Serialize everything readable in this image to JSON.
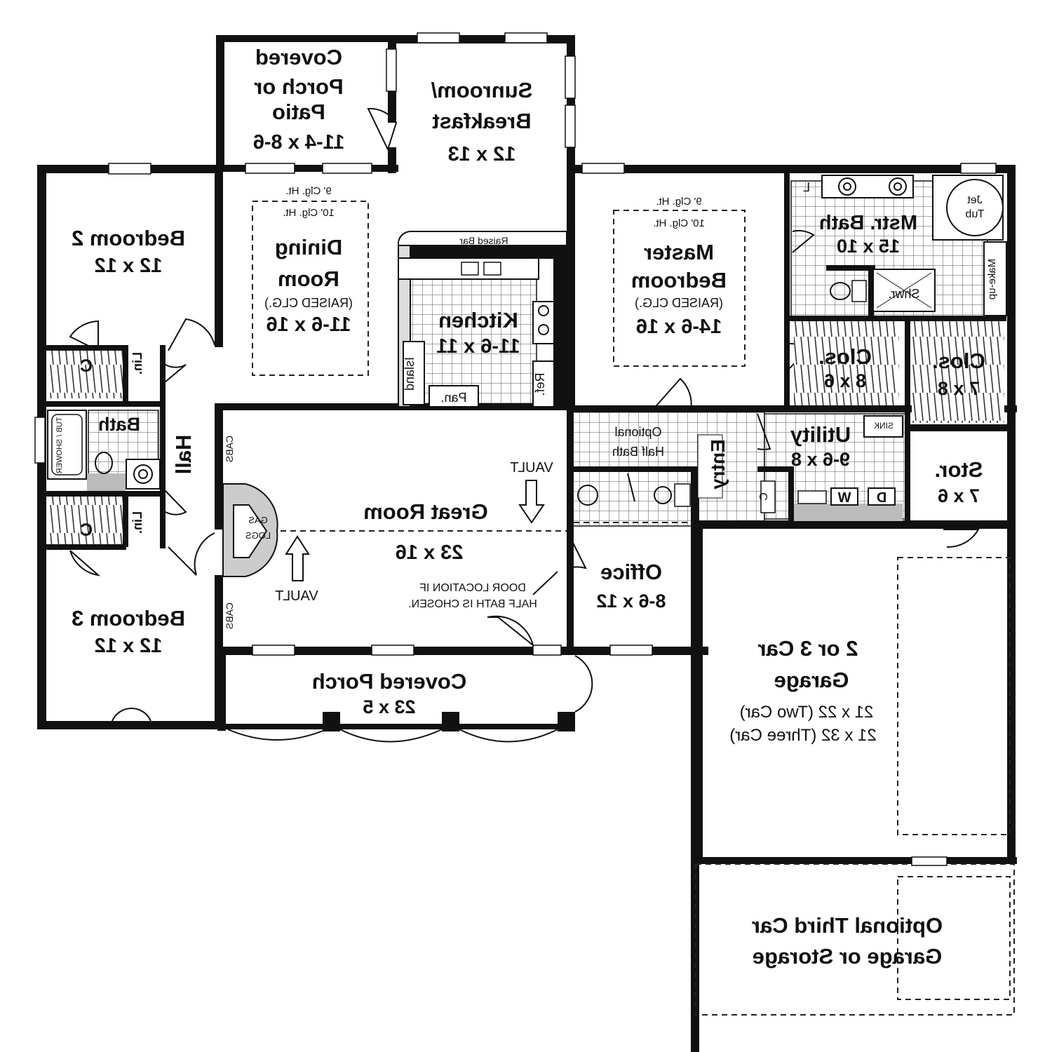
{
  "rooms": {
    "covered_porch_patio": {
      "l1": "Covered",
      "l2": "Porch or",
      "l3": "Patio",
      "size": "11-4 x 8-6"
    },
    "sunroom": {
      "l1": "Sunroom/",
      "l2": "Breakfast",
      "size": "12 x 13"
    },
    "bedroom2": {
      "name": "Bedroom 2",
      "size": "12 x 12"
    },
    "bedroom3": {
      "name": "Bedroom 3",
      "size": "12 x 12"
    },
    "dining": {
      "clg1": "9' Clg. Ht.",
      "clg2": "10' Clg. Ht.",
      "l1": "Dining",
      "l2": "Room",
      "note": "(RAISED CLG.)",
      "size": "11-6 x 16"
    },
    "kitchen": {
      "name": "Kitchen",
      "size": "11-6 x 11",
      "raised_bar": "Raised Bar",
      "island": "Island",
      "pan": "Pan.",
      "ref": "Ref."
    },
    "master_bedroom": {
      "clg1": "9' Clg. Ht.",
      "clg2": "10' Clg. Ht.",
      "l1": "Master",
      "l2": "Bedroom",
      "note": "(RAISED CLG.)",
      "size": "14-6 x 16"
    },
    "master_bath": {
      "name": "Mstr. Bath",
      "size": "15 x 10",
      "jet_tub_l1": "Jet",
      "jet_tub_l2": "Tub",
      "shwr": "Shwr.",
      "makeup": "Make-up",
      "l": "L"
    },
    "closet_left": {
      "name": "Clos.",
      "size": "8 x 6"
    },
    "closet_right": {
      "name": "Clos.",
      "size": "7 x 8"
    },
    "utility": {
      "name": "Utility",
      "size": "9-6 x 8",
      "w": "W",
      "d": "D",
      "c": "C",
      "sink": "SINK"
    },
    "storage": {
      "name": "Stor.",
      "size": "7 x 6"
    },
    "half_bath": {
      "l1": "Optional",
      "l2": "Half Bath"
    },
    "entry": {
      "name": "Entry"
    },
    "great_room": {
      "name": "Great Room",
      "size": "23 x 16",
      "vault": "VAULT",
      "door_note1": "DOOR LOCATION IF",
      "door_note2": "HALF BATH IS CHOSEN.",
      "gas_logs_l1": "GAS",
      "gas_logs_l2": "LOGS",
      "cabs": "CABS"
    },
    "office": {
      "name": "Office",
      "size": "8-6 x 12"
    },
    "hall": {
      "name": "Hall"
    },
    "bath": {
      "name": "Bath",
      "tub": "TUB / SHOWER"
    },
    "linen": {
      "name": "Lin."
    },
    "closet_c": {
      "name": "C"
    },
    "covered_porch": {
      "name": "Covered Porch",
      "size": "23 x 5"
    },
    "garage": {
      "l1": "2 or 3 Car",
      "l2": "Garage",
      "two_car": "21 x 22 (Two Car)",
      "three_car": "21 x 32 (Three Car)"
    },
    "third_garage": {
      "l1": "Optional Third Car",
      "l2": "Garage or Storage"
    }
  }
}
